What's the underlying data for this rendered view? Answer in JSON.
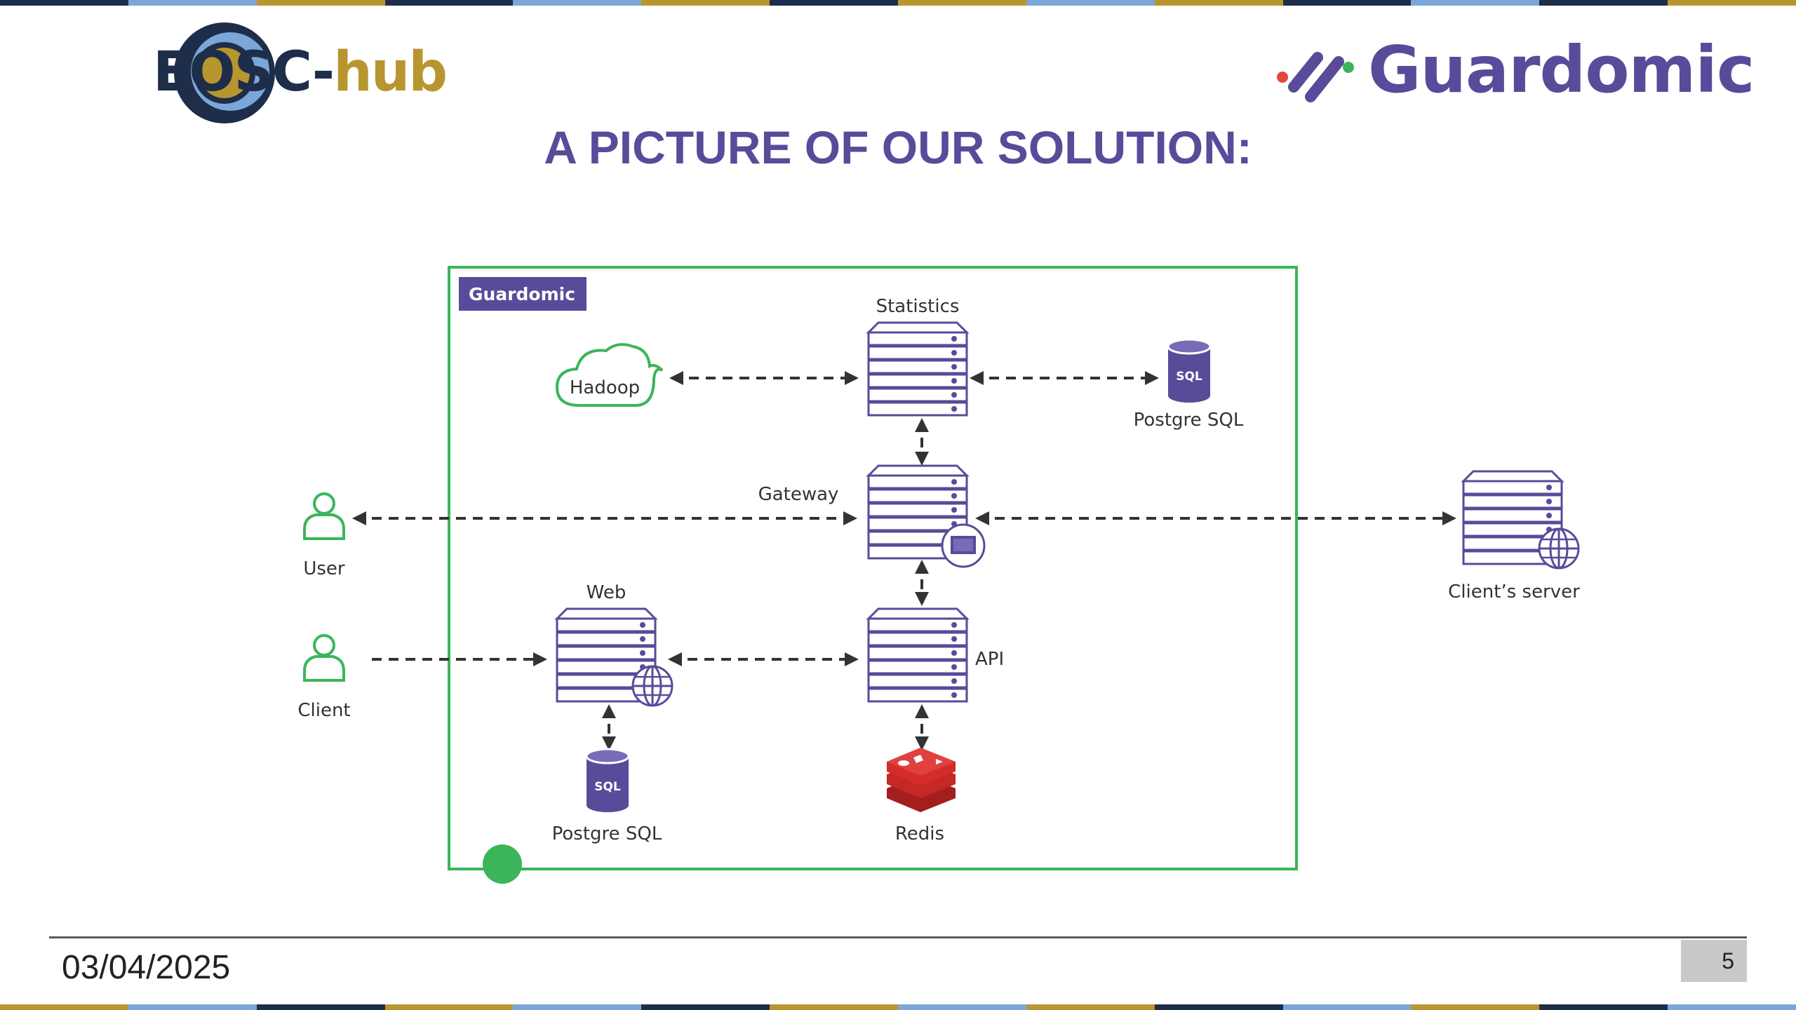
{
  "header": {
    "eosc_logo_text_part1": "EOSC-",
    "eosc_logo_text_part2": "hub",
    "guardomic_logo_text": "Guardomic"
  },
  "title": "A PICTURE OF OUR SOLUTION:",
  "diagram": {
    "boundary_label": "Guardomic",
    "nodes": {
      "hadoop": "Hadoop",
      "statistics": "Statistics",
      "postgres_top": "Postgre SQL",
      "gateway": "Gateway",
      "user": "User",
      "client_server": "Client’s server",
      "web": "Web",
      "api": "API",
      "client": "Client",
      "postgres_bottom": "Postgre SQL",
      "redis": "Redis",
      "sql_badge": "SQL"
    }
  },
  "footer": {
    "date": "03/04/2025",
    "page_number": "5"
  },
  "colors": {
    "purple": "#5a4a9a",
    "green": "#3cb55a",
    "navy": "#1e2d4a",
    "gold": "#b8962f",
    "light_blue": "#7aa7d8",
    "redis_red": "#d42b2b"
  }
}
